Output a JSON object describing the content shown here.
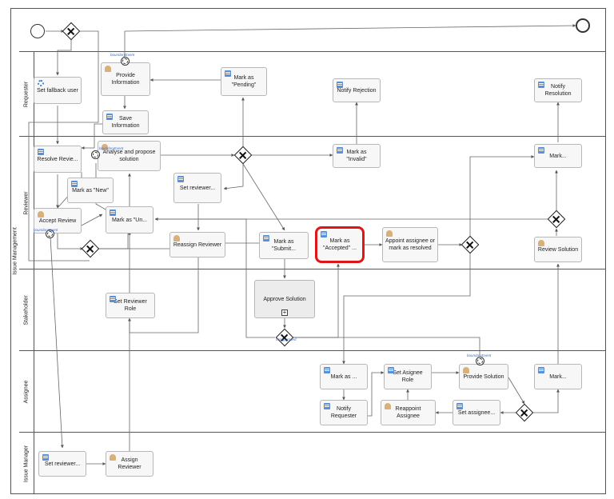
{
  "pool": {
    "label": "Issue Management"
  },
  "lanes": {
    "requester": "Requester",
    "reviewer": "Reviewer",
    "stakeholder": "Stakeholder",
    "assignee": "Assignee",
    "issue_manager": "Issue Manager"
  },
  "tasks": {
    "set_fallback_user": "Set fallback user",
    "provide_information": "Provide Information",
    "save_information": "Save Information",
    "mark_pending": "Mark as \"Pending\"",
    "notify_rejection": "Notify Rejection",
    "notify_resolution": "Notify Resolution",
    "resolve_review": "Resolve Revie...",
    "analyse_propose": "Analyse and propose solution",
    "mark_new": "Mark as \"New\"",
    "set_reviewer_r": "Set reviewer...",
    "mark_invalid": "Mark as \"Invalid\"",
    "mark_top_right": "Mark...",
    "accept_review": "Accept Review",
    "mark_un": "Mark as \"Un...",
    "reassign_reviewer": "Reassign Reviewer",
    "mark_submit": "Mark as \"Submit...",
    "mark_accepted": "Mark as \"Accepted\" ...",
    "appoint_assignee": "Appoint assignee or mark as resolved",
    "review_solution": "Review Solution",
    "set_reviewer_role": "Set Reviewer Role",
    "approve_solution": "Approve Solution",
    "mark_as_a": "Mark as ...",
    "set_assignee_role": "Set Asignee Role",
    "provide_solution": "Provide Solution",
    "mark_assignee": "Mark...",
    "notify_requester": "Notify Requester",
    "reappoint_assignee": "Reappoint Assignee",
    "set_assignee": "Set assignee...",
    "set_reviewer_im": "Set reviewer...",
    "assign_reviewer": "Assign Reviewer"
  },
  "boundary_labels": {
    "provide_information": "boundaryEvent",
    "analyse": "boundaryEvent",
    "accept_review": "boundaryEvent",
    "approve": "notApproved",
    "provide_solution": "boundaryEvent"
  }
}
